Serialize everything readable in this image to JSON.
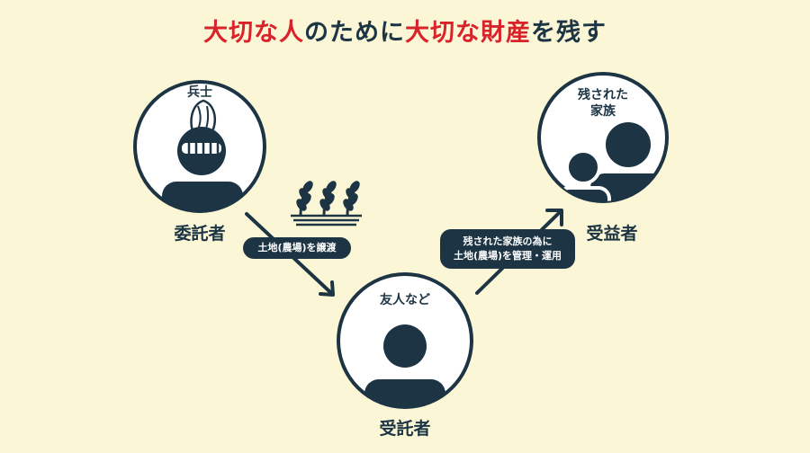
{
  "title": {
    "part1": "大切な人",
    "part2": "のために",
    "part3": "大切な財産",
    "part4": "を残す"
  },
  "colors": {
    "background": "#fbf7d6",
    "navy": "#1c3443",
    "accent_red": "#d8232a"
  },
  "nodes": {
    "settlor": {
      "circle_label": "兵士",
      "role_label": "委託者",
      "icon": "knight-soldier-icon"
    },
    "trustee": {
      "circle_label": "友人など",
      "role_label": "受託者",
      "icon": "person-silhouette-icon"
    },
    "beneficiary": {
      "circle_label_line1": "残された",
      "circle_label_line2": "家族",
      "role_label": "受益者",
      "icon": "family-icon"
    }
  },
  "flows": {
    "transfer": {
      "text": "土地(農場)を譲渡",
      "icon": "wheat-field-icon"
    },
    "manage": {
      "line1": "残された家族の為に",
      "line2": "土地(農場)を管理・運用"
    }
  }
}
